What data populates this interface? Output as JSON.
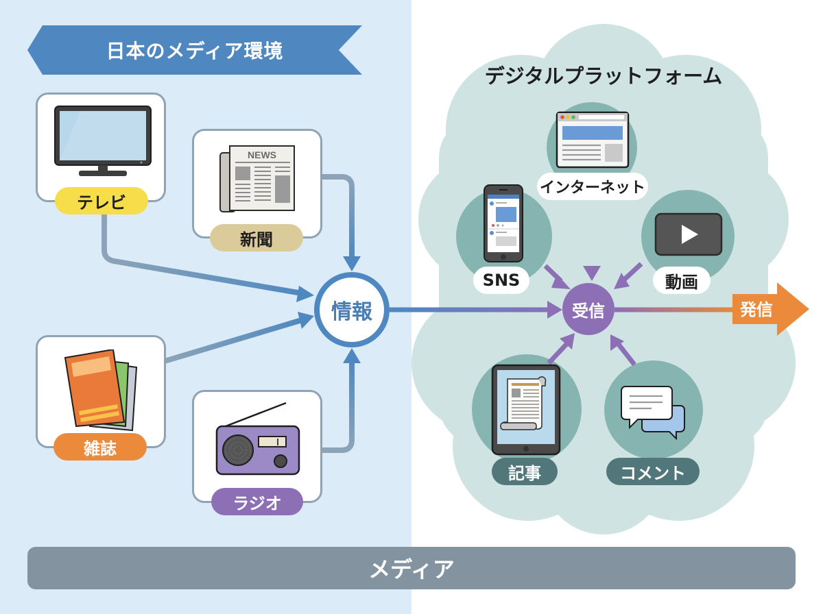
{
  "header": {
    "title": "日本のメディア環境"
  },
  "traditional_media": [
    {
      "id": "tv",
      "label": "テレビ",
      "icon": "tv-icon",
      "label_color": "#f5de4a",
      "text_color": "#1e1e1e"
    },
    {
      "id": "newspaper",
      "label": "新聞",
      "icon": "newspaper-icon",
      "icon_text": "NEWS",
      "label_color": "#dccb9a",
      "text_color": "#1e1e1e"
    },
    {
      "id": "magazine",
      "label": "雑誌",
      "icon": "magazine-icon",
      "label_color": "#ea8a3a",
      "text_color": "#ffffff"
    },
    {
      "id": "radio",
      "label": "ラジオ",
      "icon": "radio-icon",
      "label_color": "#8c6fb5",
      "text_color": "#ffffff"
    }
  ],
  "hub": {
    "label": "情報",
    "color": "#4f88c0"
  },
  "digital_platform": {
    "title": "デジタルプラットフォーム",
    "items": [
      {
        "id": "internet",
        "label": "インターネット",
        "icon": "browser-window-icon"
      },
      {
        "id": "sns",
        "label": "SNS",
        "icon": "smartphone-icon"
      },
      {
        "id": "video",
        "label": "動画",
        "icon": "video-play-icon"
      },
      {
        "id": "article",
        "label": "記事",
        "icon": "tablet-article-icon"
      },
      {
        "id": "comment",
        "label": "コメント",
        "icon": "chat-bubbles-icon"
      }
    ],
    "receive": {
      "label": "受信",
      "color": "#8c6fb5"
    },
    "send": {
      "label": "発信",
      "color": "#ea8a3a"
    }
  },
  "footer": {
    "label": "メディア"
  },
  "colors": {
    "left_background": "#dbebf8",
    "cloud": "#cfe3e2",
    "cloud_circle": "#86b5b1",
    "card_border": "#8fa3b5",
    "footer": "#8393a0"
  }
}
